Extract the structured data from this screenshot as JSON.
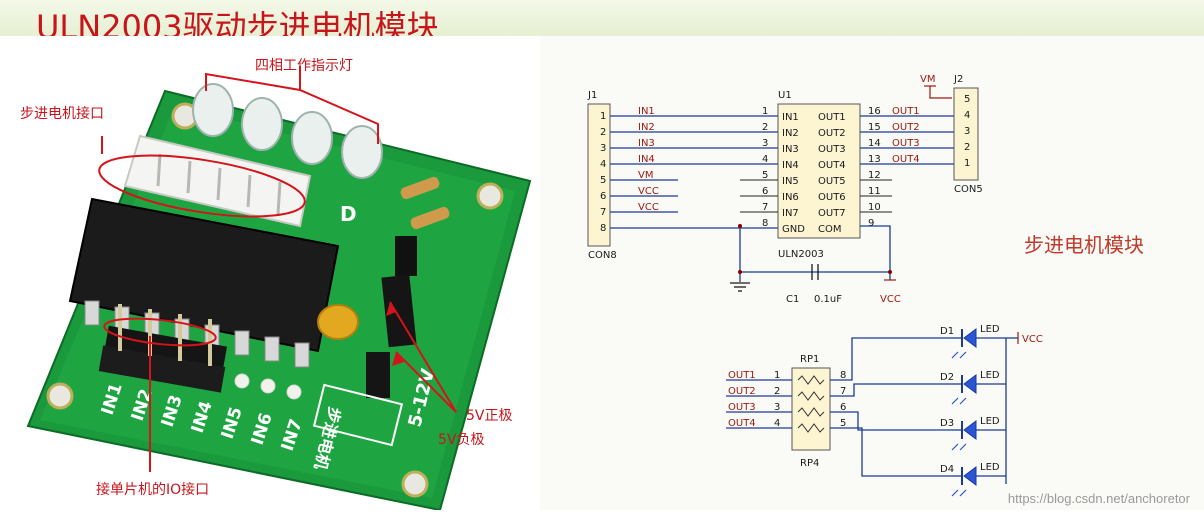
{
  "title": "ULN2003驱动步进电机模块",
  "photo": {
    "labels": {
      "leds": "四相工作指示灯",
      "motor_port": "步进电机接口",
      "mcu_port": "接单片机的IO接口",
      "pos": "5V正极",
      "neg": "5V负极"
    },
    "silk": {
      "pins": [
        "IN1",
        "IN2",
        "IN3",
        "IN4",
        "IN5",
        "IN6",
        "IN7"
      ],
      "led_letter": "D",
      "voltage": "5-12V",
      "module": "步进电机"
    }
  },
  "schematic": {
    "label": "步进电机模块",
    "j1": {
      "ref": "J1",
      "name": "CON8",
      "pins": [
        "1",
        "2",
        "3",
        "4",
        "5",
        "6",
        "7",
        "8"
      ],
      "nets": [
        "IN1",
        "IN2",
        "IN3",
        "IN4",
        "VM",
        "VCC",
        "VCC"
      ]
    },
    "u1": {
      "ref": "U1",
      "name": "ULN2003",
      "left_pins": [
        "1",
        "2",
        "3",
        "4",
        "5",
        "6",
        "7",
        "8"
      ],
      "left_names": [
        "IN1",
        "IN2",
        "IN3",
        "IN4",
        "IN5",
        "IN6",
        "IN7",
        "GND"
      ],
      "right_pins": [
        "16",
        "15",
        "14",
        "13",
        "12",
        "11",
        "10",
        "9"
      ],
      "right_names": [
        "OUT1",
        "OUT2",
        "OUT3",
        "OUT4",
        "OUT5",
        "OUT6",
        "OUT7",
        "COM"
      ],
      "out_nets": [
        "OUT1",
        "OUT2",
        "OUT3",
        "OUT4"
      ]
    },
    "j2": {
      "ref": "J2",
      "name": "CON5",
      "pins": [
        "5",
        "4",
        "3",
        "2",
        "1"
      ],
      "vm": "VM"
    },
    "c1": {
      "ref": "C1",
      "value": "0.1uF",
      "vcc": "VCC"
    },
    "rp": {
      "top": "RP1",
      "bottom": "RP4",
      "nets": [
        "OUT1",
        "OUT2",
        "OUT3",
        "OUT4"
      ],
      "left_pins": [
        "1",
        "2",
        "3",
        "4"
      ],
      "right_pins": [
        "8",
        "7",
        "6",
        "5"
      ]
    },
    "leds": {
      "refs": [
        "D1",
        "D2",
        "D3",
        "D4"
      ],
      "type": "LED",
      "vcc": "VCC"
    }
  },
  "watermark": "https://blog.csdn.net/anchoretor"
}
